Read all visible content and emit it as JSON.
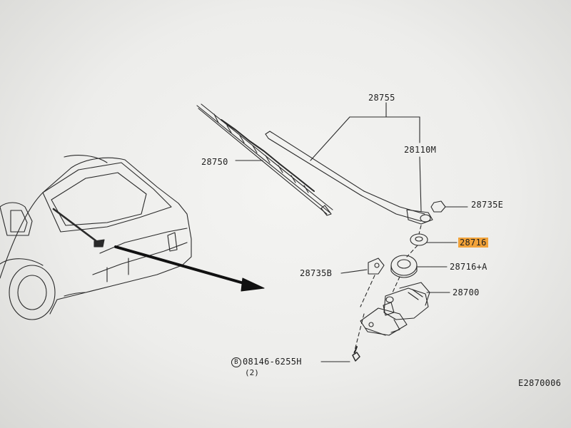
{
  "diagram": {
    "callouts": {
      "blade": "28750",
      "arm_assembly": "28755",
      "arm": "28110M",
      "nut_top": "28735E",
      "seal_highlighted": "28716",
      "seal_assembly": "28716+A",
      "nut_bracket": "28735B",
      "motor": "28700",
      "bolt_prefix": "B",
      "bolt": "08146-6255H",
      "bolt_qty": "(2)"
    },
    "figure_code": "E2870006",
    "highlight_color": "#f2a33a"
  }
}
